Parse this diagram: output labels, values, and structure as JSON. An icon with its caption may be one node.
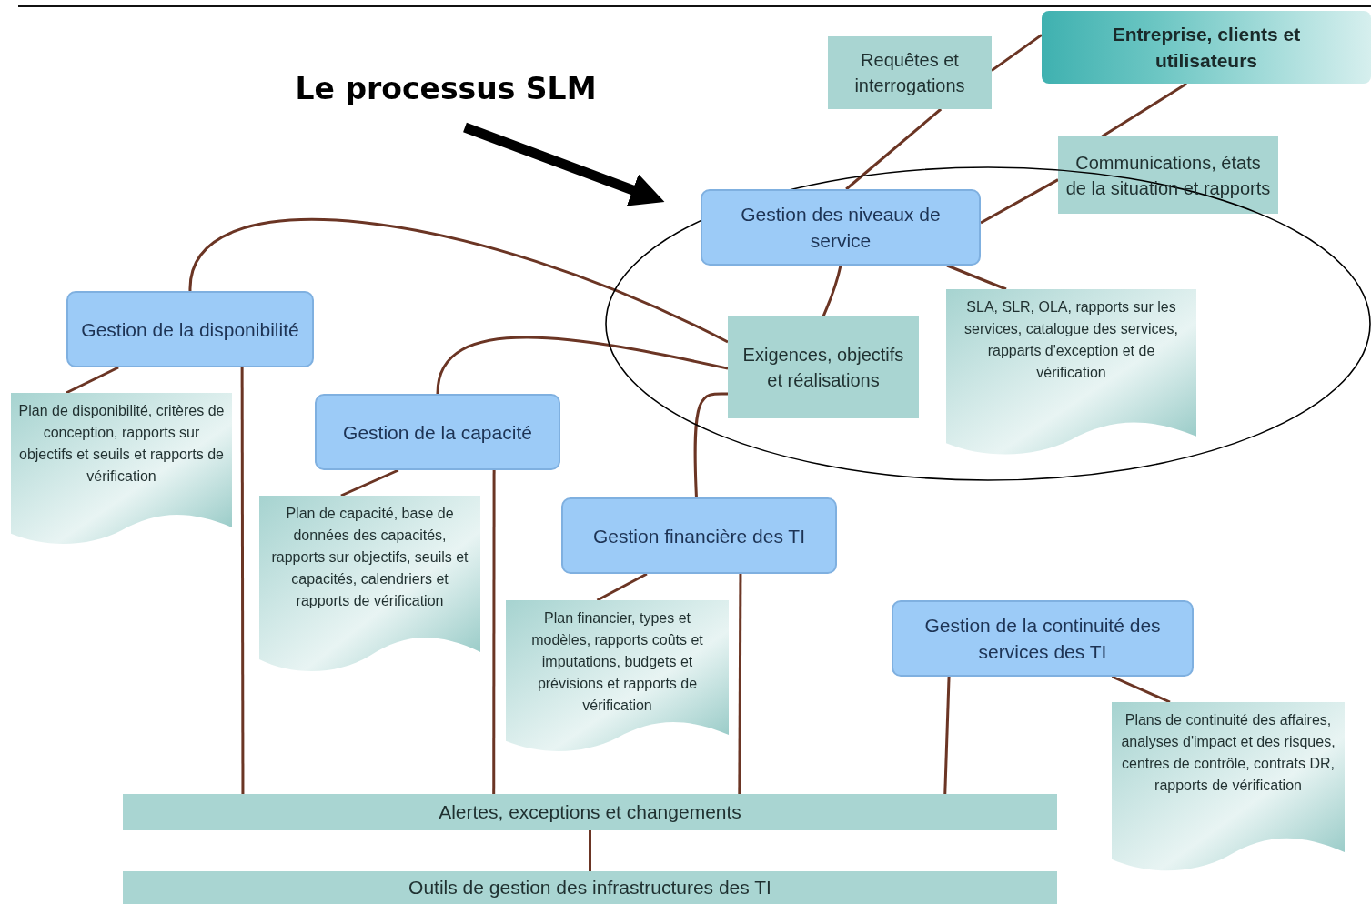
{
  "diagram": {
    "nodes": [
      {
        "text": [
          "Entreprise, clients et utilisateurs"
        ]
      },
      {
        "text": [
          "Requêtes et interrogations"
        ]
      },
      {
        "text": [
          "Communications, états de la situation et rapports"
        ]
      },
      {
        "text": [
          "Gestion des niveaux de service"
        ],
        "in": 16
      },
      {
        "text": [
          "Exigences, objectifs et réalisations"
        ],
        "in": 16
      },
      {
        "text": [
          "SLA, SLR, OLA, rapports sur les services, catalogue des services, rapparts d'exception et de vérification"
        ],
        "in": 16
      },
      {
        "text": [
          "Gestion de la disponibilité"
        ]
      },
      {
        "text": [
          "Plan de disponibilité, critères de conception, rapports sur objectifs et seuils et rapports de vérification"
        ]
      },
      {
        "text": [
          "Gestion de la capacité"
        ]
      },
      {
        "text": [
          "Plan de capacité, base de données des capacités, rapports sur objectifs, seuils et capacités, calendriers et rapports de vérification"
        ]
      },
      {
        "text": [
          "Gestion financière des TI"
        ]
      },
      {
        "text": [
          "Plan financier, types et modèles, rapports coûts et imputations, budgets et prévisions et rapports de vérification"
        ]
      },
      {
        "text": [
          "Gestion de la continuité des services des TI"
        ]
      },
      {
        "text": [
          "Plans de continuité des affaires, analyses d'impact et des risques, centres de contrôle, contrats DR, rapports de vérification"
        ]
      },
      {
        "text": [
          "Alertes, exceptions et changements"
        ]
      },
      {
        "text": [
          "Outils de gestion des infrastructures des TI"
        ]
      },
      {
        "text": [],
        "shape": "ellipse"
      },
      {
        "text": [
          "Le processus SLM"
        ]
      }
    ],
    "edges": [
      {
        "from": 1,
        "to": 0,
        "arrow": "none"
      },
      {
        "from": 0,
        "to": 2,
        "arrow": "none"
      },
      {
        "from": 3,
        "to": 1,
        "arrow": "none"
      },
      {
        "from": 3,
        "to": 2,
        "arrow": "none"
      },
      {
        "from": 3,
        "to": 4,
        "arrow": "none"
      },
      {
        "from": 3,
        "to": 5,
        "arrow": "none"
      },
      {
        "from": 6,
        "to": 4,
        "arrow": "none"
      },
      {
        "from": 8,
        "to": 4,
        "arrow": "none"
      },
      {
        "from": 10,
        "to": 4,
        "arrow": "none"
      },
      {
        "from": 6,
        "to": 7,
        "arrow": "none"
      },
      {
        "from": 6,
        "to": 14,
        "arrow": "none"
      },
      {
        "from": 8,
        "to": 9,
        "arrow": "none"
      },
      {
        "from": 8,
        "to": 14,
        "arrow": "none"
      },
      {
        "from": 10,
        "to": 11,
        "arrow": "none"
      },
      {
        "from": 10,
        "to": 14,
        "arrow": "none"
      },
      {
        "from": 12,
        "to": 13,
        "arrow": "none"
      },
      {
        "from": 12,
        "to": 14,
        "arrow": "none"
      },
      {
        "from": 14,
        "to": 15,
        "arrow": "none"
      },
      {
        "from": 17,
        "to": 16,
        "arrow": "to",
        "style": "thick",
        "color": "#000000"
      }
    ]
  }
}
